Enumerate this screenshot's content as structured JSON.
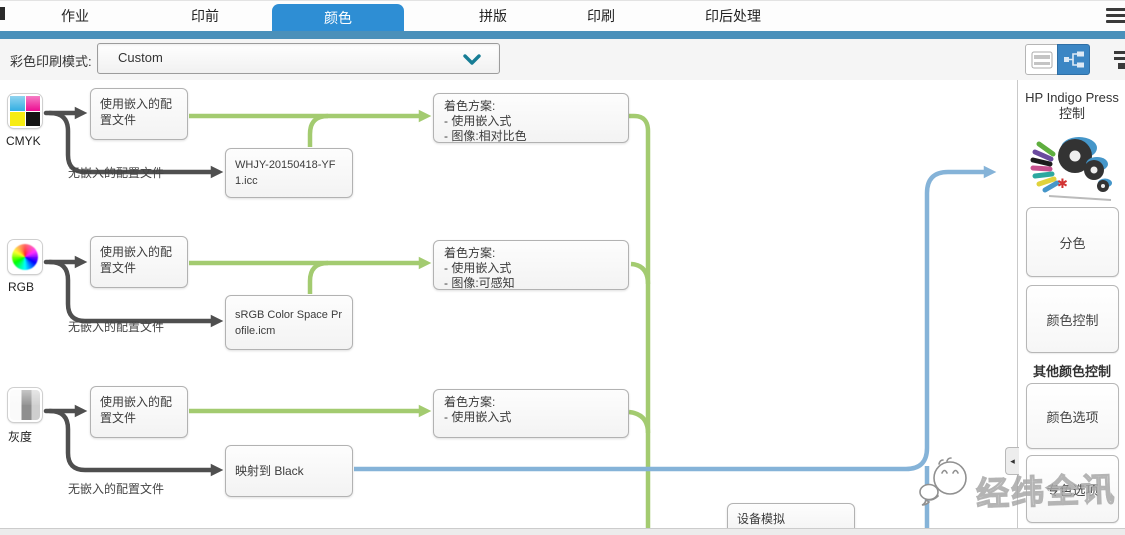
{
  "tab_bar": {
    "tabs": [
      {
        "label": "作业",
        "active": false
      },
      {
        "label": "印前",
        "active": false
      },
      {
        "label": "颜色",
        "active": true
      },
      {
        "label": "拼版",
        "active": false
      },
      {
        "label": "印刷",
        "active": false
      },
      {
        "label": "印后处理",
        "active": false
      }
    ]
  },
  "toolbar": {
    "color_mode_label": "彩色印刷模式:",
    "color_mode_value": "Custom",
    "view_toggle_active": "flow"
  },
  "flow": {
    "rows": [
      {
        "source": "CMYK",
        "embedded_label": "使用嵌入的配置文件",
        "no_embedded_label": "无嵌入的配置文件",
        "profile": "WHJY-20150418-YF1.icc",
        "scheme_title": "着色方案:",
        "scheme_lines": [
          "- 使用嵌入式",
          "- 图像:相对比色"
        ]
      },
      {
        "source": "RGB",
        "embedded_label": "使用嵌入的配置文件",
        "no_embedded_label": "无嵌入的配置文件",
        "profile": "sRGB Color Space Profile.icm",
        "scheme_title": "着色方案:",
        "scheme_lines": [
          "- 使用嵌入式",
          "- 图像:可感知"
        ]
      },
      {
        "source": "灰度",
        "embedded_label": "使用嵌入的配置文件",
        "no_embedded_label": "无嵌入的配置文件",
        "profile": "映射到 Black",
        "scheme_title": "着色方案:",
        "scheme_lines": [
          "- 使用嵌入式"
        ]
      }
    ],
    "device_sim_label": "设备模拟",
    "line_colors": {
      "source_link": "#4f4f4f",
      "profile_flow": "#a3cb70",
      "press_flow": "#85b3d8"
    }
  },
  "right_panel": {
    "title_line1": "HP Indigo Press",
    "title_line2": "控制",
    "buttons": [
      "分色",
      "颜色控制"
    ],
    "other_heading": "其他颜色控制",
    "other_buttons": [
      "颜色选项",
      "专色选项"
    ],
    "collapse_arrow": "◂"
  },
  "watermark": {
    "text": "经纬全讯"
  },
  "colors": {
    "active_tab": "#2e8ed4",
    "header_bar": "#4a90ba",
    "toggle_active": "#3b86c4"
  }
}
